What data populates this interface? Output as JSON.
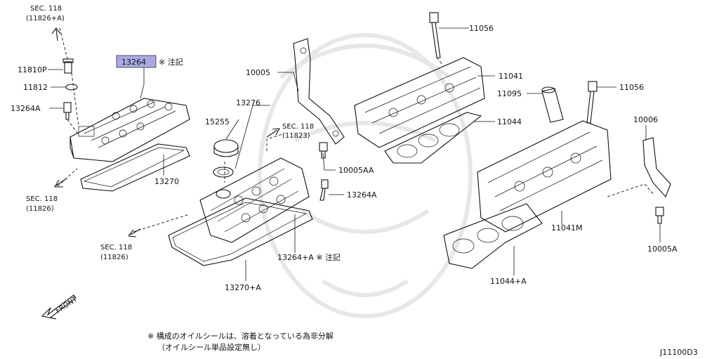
{
  "diagram": {
    "code": "J11100D3",
    "highlight_color": "#a9a9e6",
    "note_lines": [
      "※ 構成のオイルシールは、溶着となっている為非分解",
      "（オイルシール単品設定無し）"
    ],
    "front_label": "FRONT",
    "labels": {
      "p13264": "13264",
      "p13264_note": "※ 注記",
      "p11810p": "11810P",
      "p11812": "11812",
      "p13264a_left": "13264A",
      "p13270": "13270",
      "p15255": "15255",
      "p13276": "13276",
      "p10005": "10005",
      "p11056_top": "11056",
      "p11041": "11041",
      "p11095": "11095",
      "p11056_right": "11056",
      "p11044": "11044",
      "p10005aa": "10005AA",
      "p13264a_mid": "13264A",
      "p13264pa": "13264+A ※ 注記",
      "p13270pa": "13270+A",
      "p11041m": "11041M",
      "p11044pa": "11044+A",
      "p10006": "10006",
      "p10005a": "10005A",
      "sec_top_1": "SEC. 118",
      "sec_top_2": "(11826+A)",
      "sec_left_1": "SEC. 118",
      "sec_left_2": "(11826)",
      "sec_mid_1": "SEC. 118",
      "sec_mid_2": "(11823)",
      "sec_low_1": "SEC. 118",
      "sec_low_2": "(11826)"
    }
  }
}
